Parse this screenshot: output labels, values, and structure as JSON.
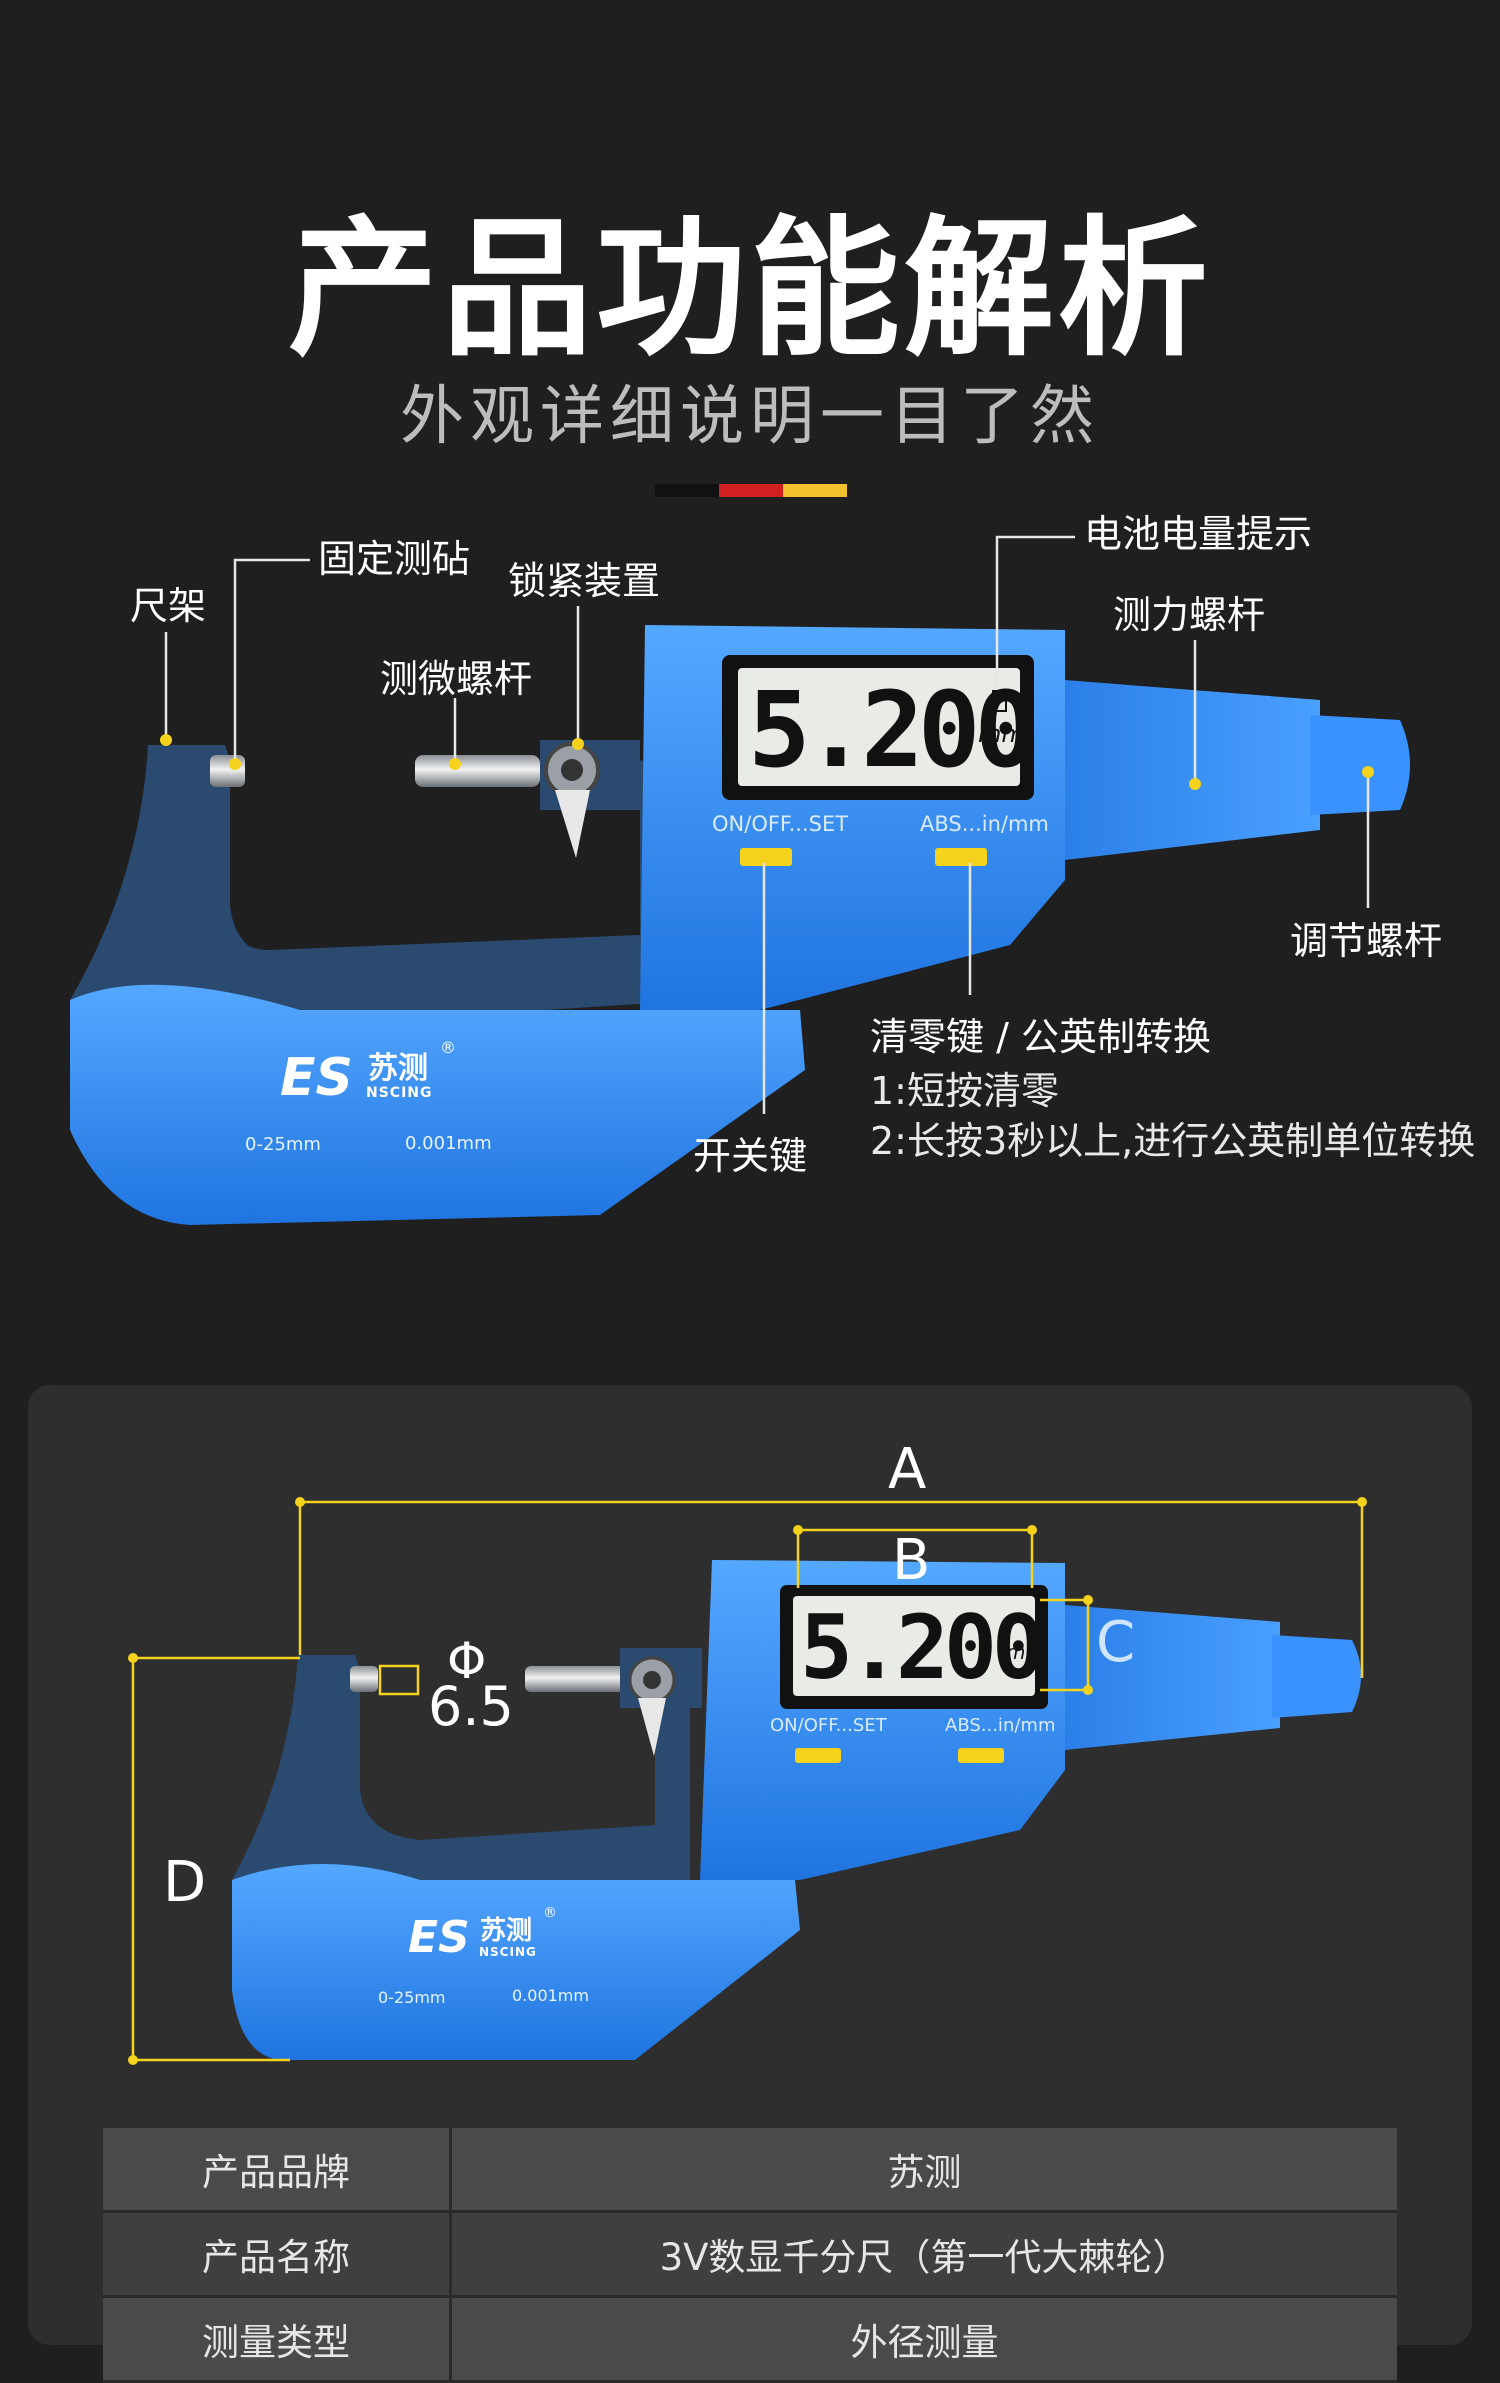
{
  "header": {
    "title": "产品功能解析",
    "subtitle": "外观详细说明一目了然",
    "flag_colors": [
      "#111111",
      "#d21f1f",
      "#f2c12e"
    ]
  },
  "callouts": {
    "frame": "尺架",
    "fixed_anvil": "固定测砧",
    "lock_device": "锁紧装置",
    "spindle": "测微螺杆",
    "battery_indicator": "电池电量提示",
    "force_screw": "测力螺杆",
    "adjust_screw": "调节螺杆",
    "power_key": "开关键",
    "zero_key_title": "清零键 / 公英制转换",
    "zero_key_line1": "1:短按清零",
    "zero_key_line2": "2:长按3秒以上,进行公英制单位转换"
  },
  "device": {
    "display_value": "5.200",
    "display_unit": "mm",
    "button_left": "ON/OFF...SET",
    "button_right": "ABS...in/mm",
    "brand_logo": "ES",
    "brand_cn": "苏测",
    "brand_en": "NSCING",
    "registered": "®",
    "range": "0-25mm",
    "resolution": "0.001mm"
  },
  "dimensions": {
    "a": "A",
    "b": "B",
    "c": "C",
    "d": "D",
    "phi": "Φ",
    "phi_value": "6.5"
  },
  "spec_table": [
    {
      "key": "产品品牌",
      "value": "苏测"
    },
    {
      "key": "产品名称",
      "value": "3V数显千分尺（第一代大棘轮）"
    },
    {
      "key": "测量类型",
      "value": "外径测量"
    }
  ],
  "colors": {
    "background": "#1f1f1f",
    "accent_blue": "#2f8cf2",
    "frame_navy": "#2a4a70",
    "marker_yellow": "#f5d21c",
    "lcd": "#e9ebe6"
  }
}
